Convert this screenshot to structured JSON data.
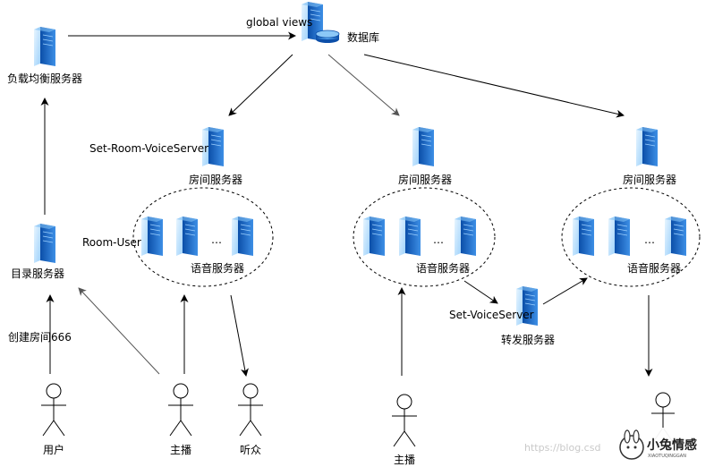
{
  "labels": {
    "global_views": "global views",
    "database": "数据库",
    "load_balancer": "负载均衡服务器",
    "set_room_voiceserver": "Set-Room-VoiceServer",
    "room_server": "房间服务器",
    "room_user": "Room-User",
    "voice_server": "语音服务器",
    "directory_server": "目录服务器",
    "create_room": "创建房间666",
    "set_voiceserver": "Set-VoiceServer",
    "forward_server": "转发服务器",
    "user": "用户",
    "host": "主播",
    "listener": "听众",
    "ellipsis": "…"
  },
  "watermark": "https://blog.csd",
  "logo": {
    "title": "小兔情感",
    "subtitle": "XIAOTUQINGGAN"
  },
  "colors": {
    "server_dark": "#1560c0",
    "server_light": "#bfe3ff",
    "line": "#000000",
    "line_light": "#777777"
  }
}
